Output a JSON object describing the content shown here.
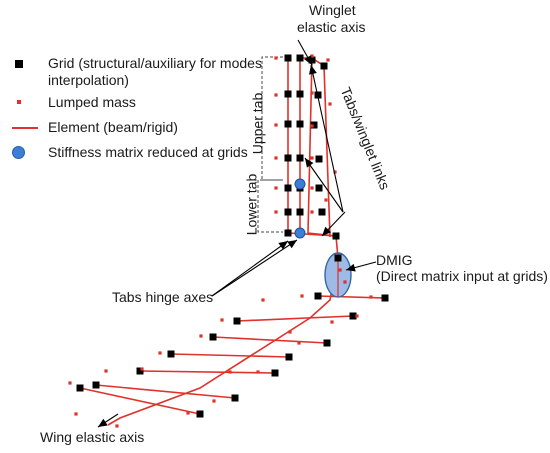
{
  "legend": {
    "grid": "Grid (structural/auxiliary for modes interpolation)",
    "mass": "Lumped mass",
    "element": "Element (beam/rigid)",
    "stiffness": "Stiffness matrix reduced at grids"
  },
  "labels": {
    "winglet_axis_1": "Winglet",
    "winglet_axis_2": "elastic axis",
    "upper_tab": "Upper tab",
    "lower_tab": "Lower tab",
    "tabs_links": "Tabs/winglet links",
    "dmig_1": "DMIG",
    "dmig_2": "(Direct matrix input at grids)",
    "hinge_axes": "Tabs hinge axes",
    "wing_axis": "Wing elastic axis"
  },
  "colors": {
    "element": "#e0322b",
    "mass": "#e0322b",
    "grid": "#000000",
    "stiffness": "#3b7ed6",
    "dmig_fill": "#9dbbe6"
  }
}
